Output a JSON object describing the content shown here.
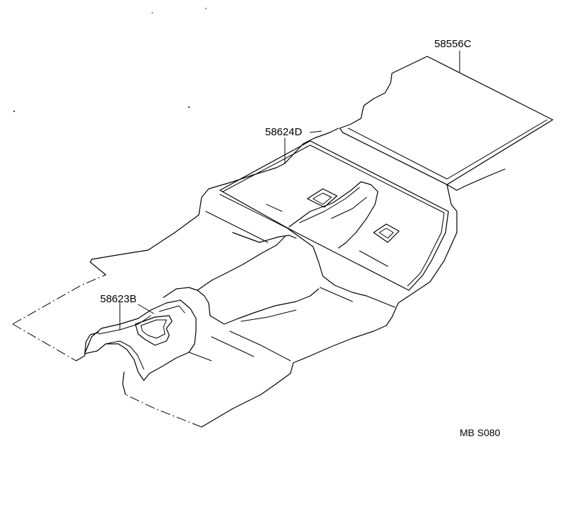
{
  "parts": [
    {
      "id": "rear-mat",
      "label": "58556C"
    },
    {
      "id": "center-mat",
      "label": "58624D"
    },
    {
      "id": "front-mat",
      "label": "58623B"
    }
  ],
  "diagram_code": "MB S080"
}
